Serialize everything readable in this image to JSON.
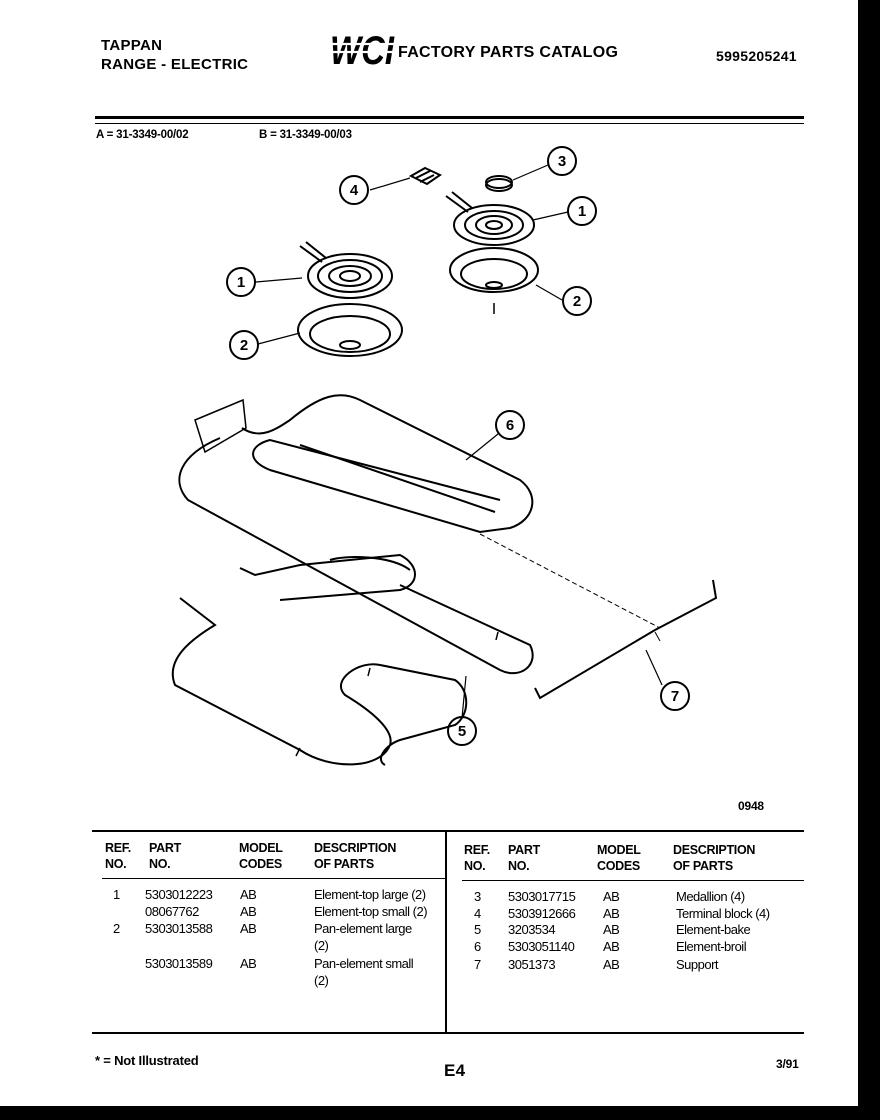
{
  "header": {
    "brand_line1": "TAPPAN",
    "brand_line2": "RANGE - ELECTRIC",
    "logo_text": "WCI",
    "catalog_title": "FACTORY PARTS CATALOG",
    "catalog_number": "5995205241",
    "model_a": "A = 31-3349-00/02",
    "model_b": "B = 31-3349-00/03"
  },
  "diagram": {
    "drawing_number": "0948",
    "callouts": [
      "1",
      "2",
      "3",
      "4",
      "5",
      "6",
      "7"
    ]
  },
  "table": {
    "left_headers": {
      "ref": [
        "REF.",
        "NO."
      ],
      "part": [
        "PART",
        "NO."
      ],
      "codes": [
        "MODEL",
        "CODES"
      ],
      "desc": [
        "DESCRIPTION",
        "OF PARTS"
      ]
    },
    "right_headers": {
      "ref": [
        "REF.",
        "NO."
      ],
      "part": [
        "PART",
        "NO."
      ],
      "codes": [
        "MODEL",
        "CODES"
      ],
      "desc": [
        "DESCRIPTION",
        "OF PARTS"
      ]
    },
    "left_rows": [
      {
        "ref": "1",
        "part": "5303012223",
        "codes": "AB",
        "desc": "Element-top large (2)"
      },
      {
        "ref": "",
        "part": "08067762",
        "codes": "AB",
        "desc": "Element-top small (2)"
      },
      {
        "ref": "2",
        "part": "5303013588",
        "codes": "AB",
        "desc": "Pan-element large"
      },
      {
        "ref": "",
        "part": "",
        "codes": "",
        "desc": "(2)"
      },
      {
        "ref": "",
        "part": "5303013589",
        "codes": "AB",
        "desc": "Pan-element small"
      },
      {
        "ref": "",
        "part": "",
        "codes": "",
        "desc": "(2)"
      }
    ],
    "right_rows": [
      {
        "ref": "3",
        "part": "5303017715",
        "codes": "AB",
        "desc": "Medallion (4)"
      },
      {
        "ref": "4",
        "part": "5303912666",
        "codes": "AB",
        "desc": "Terminal block (4)"
      },
      {
        "ref": "5",
        "part": "3203534",
        "codes": "AB",
        "desc": "Element-bake"
      },
      {
        "ref": "6",
        "part": "5303051140",
        "codes": "AB",
        "desc": "Element-broil"
      },
      {
        "ref": "7",
        "part": "3051373",
        "codes": "AB",
        "desc": "Support"
      }
    ]
  },
  "footer": {
    "note": "* = Not Illustrated",
    "page": "E4",
    "date": "3/91"
  }
}
